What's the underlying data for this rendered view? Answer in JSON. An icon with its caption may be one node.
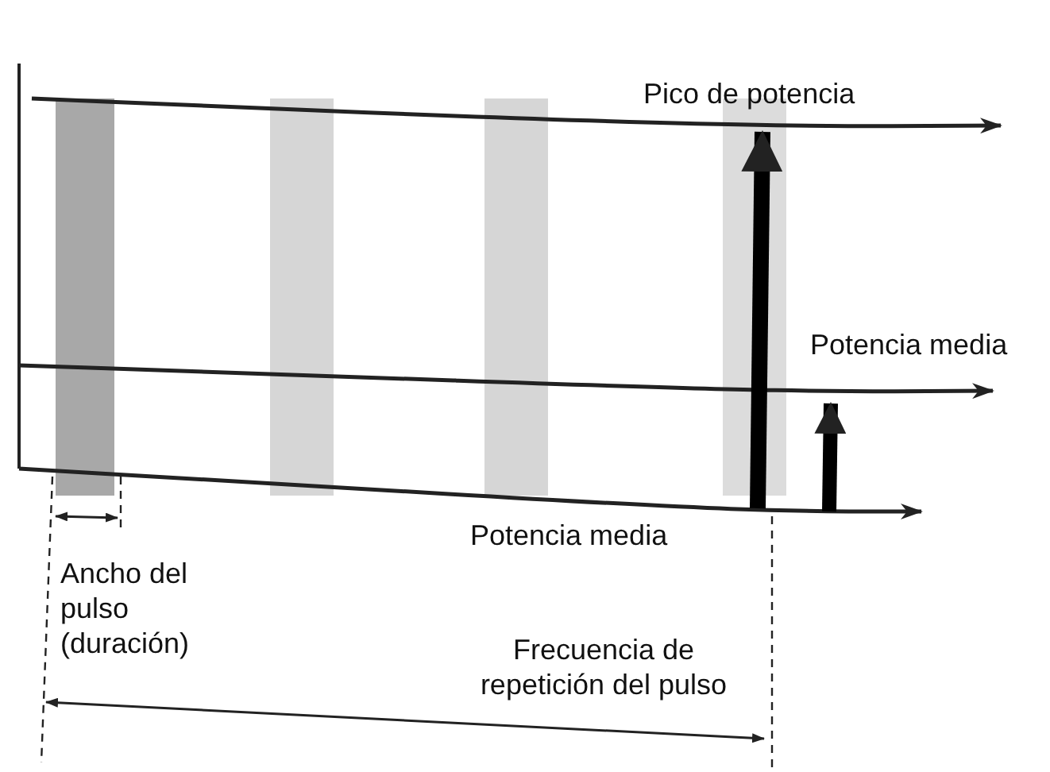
{
  "diagram": {
    "labels": [
      "Pico de potencia",
      "Potencia media",
      "Potencia media",
      "Ancho del pulso (duración)",
      "Frecuencia de repetición del pulso"
    ]
  }
}
